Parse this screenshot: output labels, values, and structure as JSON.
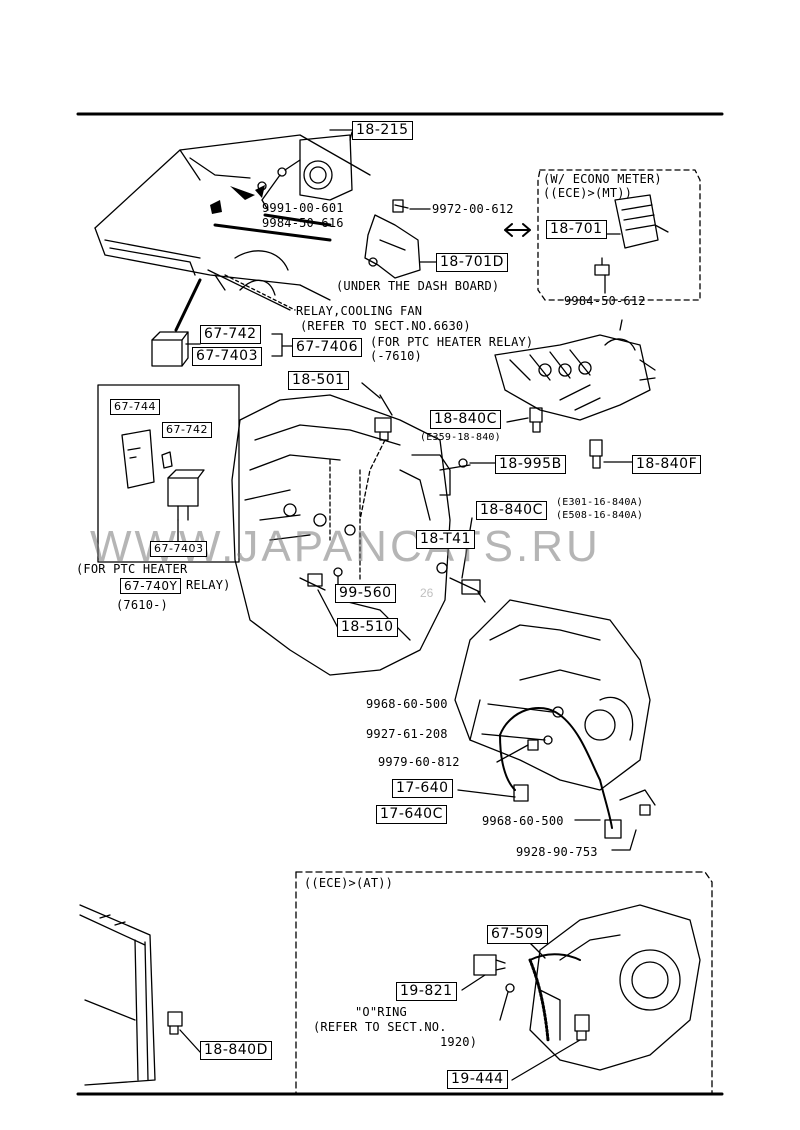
{
  "parts": {
    "p18_215": "18-215",
    "p9991": "9991-00-601",
    "p9984a": "9984-50-616",
    "p9972": "9972-00-612",
    "p18_701D": "18-701D",
    "under_dash": "(UNDER THE DASH BOARD)",
    "econo1": "(W/ ECONO METER)",
    "econo2": "((ECE)>(MT))",
    "p18_701": "18-701",
    "p9984b": "9984-50-612",
    "relay1": "RELAY,COOLING FAN",
    "relay2": "(REFER TO SECT.NO.6630)",
    "ptc1": "(FOR PTC HEATER RELAY)",
    "ptc2": "(-7610)",
    "p67_742": "67-742",
    "p67_7403": "67-7403",
    "p67_7406": "67-7406",
    "p18_501": "18-501",
    "p67_744": "67-744",
    "p67_742b": "67-742",
    "p67_7403b": "67-7403",
    "inset1": "(FOR PTC HEATER",
    "p67_740Y": "67-740Y",
    "inset_relay": "RELAY)",
    "inset3": "(7610-)",
    "p18_840C": "18-840C",
    "e359": "(E359-18-840)",
    "p18_995B": "18-995B",
    "p18_840F": "18-840F",
    "p18_840C2": "18-840C",
    "e301": "(E301-16-840A)",
    "e508": "(E508-16-840A)",
    "p18_T41": "18-T41",
    "p99_560": "99-560",
    "p18_510": "18-510",
    "p9968a": "9968-60-500",
    "p9927": "9927-61-208",
    "p9979": "9979-60-812",
    "p17_640": "17-640",
    "p17_640C": "17-640C",
    "p9968b": "9968-60-500",
    "p9928": "9928-90-753",
    "ece_at": "((ECE)>(AT))",
    "p67_509": "67-509",
    "p19_821": "19-821",
    "oring1": "\"O\"RING",
    "oring2": "(REFER TO SECT.NO.",
    "oring3": "1920)",
    "p18_840D": "18-840D",
    "p19_444": "19-444"
  },
  "watermark": "WWW.JAPANCATS.RU",
  "watermark_sub": "26"
}
